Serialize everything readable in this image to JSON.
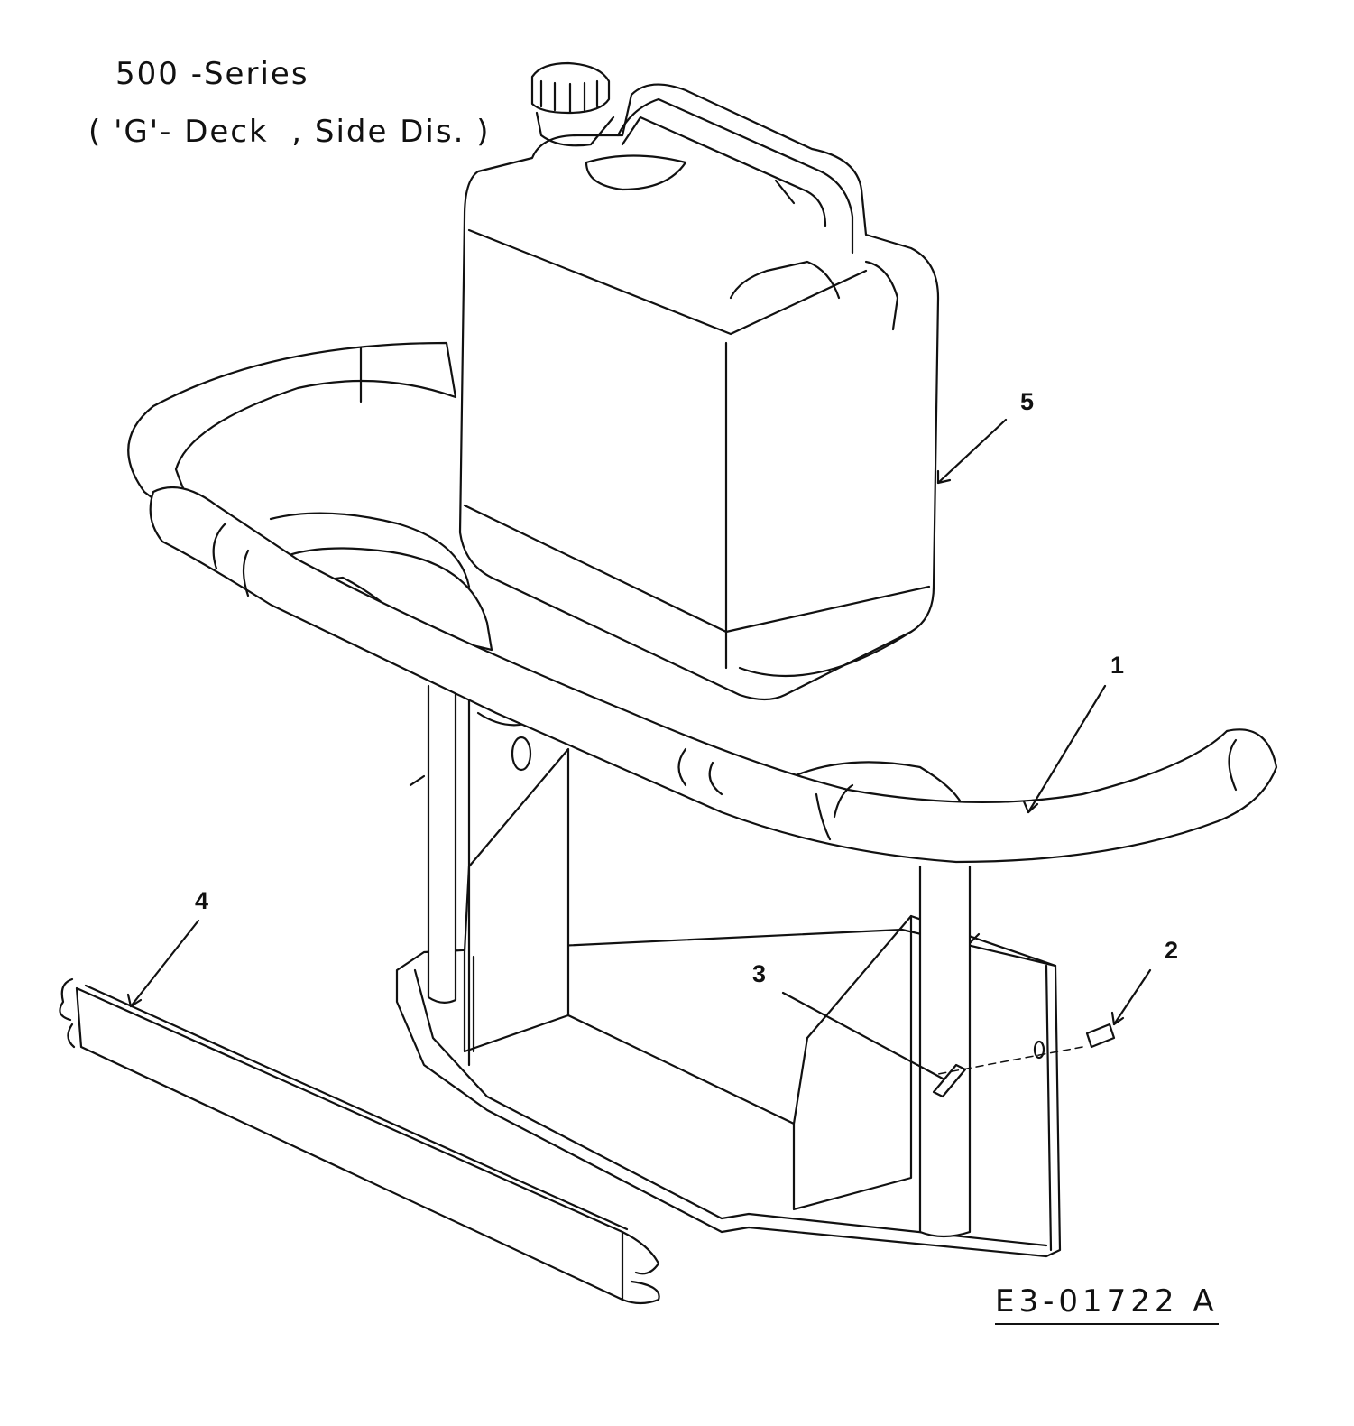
{
  "header": {
    "title": "500 -Series",
    "subtitle": "( 'G'- Deck  , Side Dis. )"
  },
  "callouts": [
    {
      "id": "1",
      "part": "bumper-bar"
    },
    {
      "id": "2",
      "part": "pin"
    },
    {
      "id": "3",
      "part": "clip"
    },
    {
      "id": "4",
      "part": "strap"
    },
    {
      "id": "5",
      "part": "fuel-can"
    }
  ],
  "footer": {
    "drawing_id": "E3-01722 A"
  }
}
